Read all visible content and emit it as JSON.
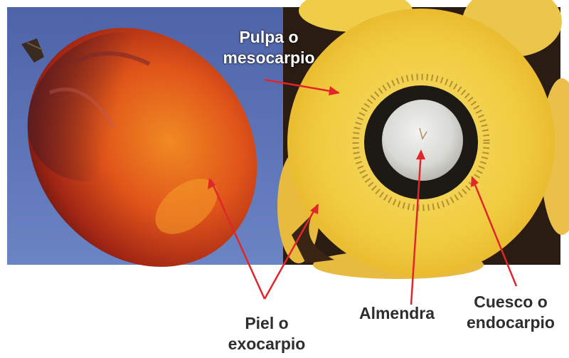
{
  "labels": {
    "pulpa": {
      "line1": "Pulpa o",
      "line2": "mesocarpio"
    },
    "piel": {
      "line1": "Piel o",
      "line2": "exocarpio"
    },
    "almendra": {
      "line1": "Almendra"
    },
    "cuesco": {
      "line1": "Cuesco o",
      "line2": "endocarpio"
    }
  },
  "colors": {
    "arrow": "#e0262b",
    "left_background": "#5a72b8",
    "right_background": "#2a1c12",
    "fruit_skin": "#e0541a",
    "pulp": "#f4d24a",
    "shell": "#1d1915",
    "kernel": "#dcdcdc",
    "label_text": "#2e2e2e"
  },
  "scene": {
    "left_photo": "oil palm fruit (whole)",
    "right_photo": "oil palm fruit cross-section"
  }
}
